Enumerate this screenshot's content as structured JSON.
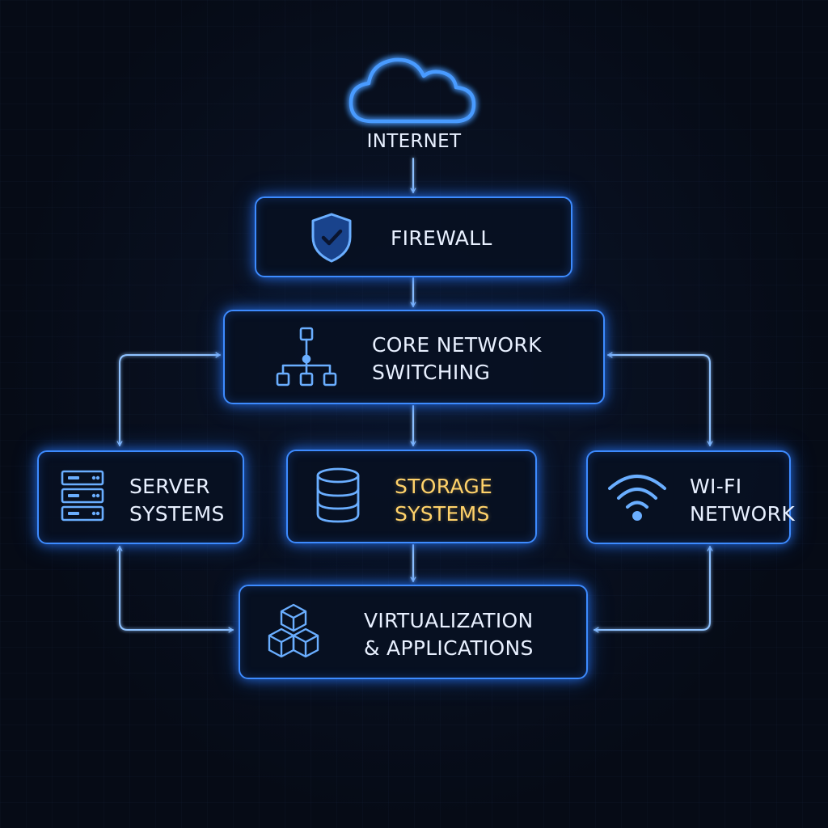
{
  "colors": {
    "background": "#060b16",
    "accent": "#3d8bff",
    "connector": "#8fc2ff",
    "text": "#e8f0ff",
    "highlight": "#ffd26a"
  },
  "nodes": {
    "internet": {
      "label": "INTERNET",
      "icon": "cloud-icon"
    },
    "firewall": {
      "label": "FIREWALL",
      "icon": "shield-check-icon"
    },
    "core": {
      "line1": "CORE NETWORK",
      "line2": "SWITCHING",
      "icon": "hierarchy-icon"
    },
    "server": {
      "line1": "SERVER",
      "line2": "SYSTEMS",
      "icon": "server-rack-icon"
    },
    "storage": {
      "line1": "STORAGE",
      "line2": "SYSTEMS",
      "icon": "database-icon"
    },
    "wifi": {
      "line1": "WI-FI",
      "line2": "NETWORK",
      "icon": "wifi-icon"
    },
    "virtualization": {
      "line1": "VIRTUALIZATION",
      "line2": "& APPLICATIONS",
      "icon": "cubes-icon"
    }
  },
  "connections": [
    {
      "from": "internet",
      "to": "firewall"
    },
    {
      "from": "firewall",
      "to": "core"
    },
    {
      "from": "core",
      "to": "storage"
    },
    {
      "from": "storage",
      "to": "virtualization"
    },
    {
      "from": "core",
      "to": "server",
      "bidirectional": true
    },
    {
      "from": "core",
      "to": "wifi",
      "bidirectional": true
    },
    {
      "from": "server",
      "to": "virtualization",
      "bidirectional": true
    },
    {
      "from": "wifi",
      "to": "virtualization",
      "bidirectional": true
    }
  ]
}
